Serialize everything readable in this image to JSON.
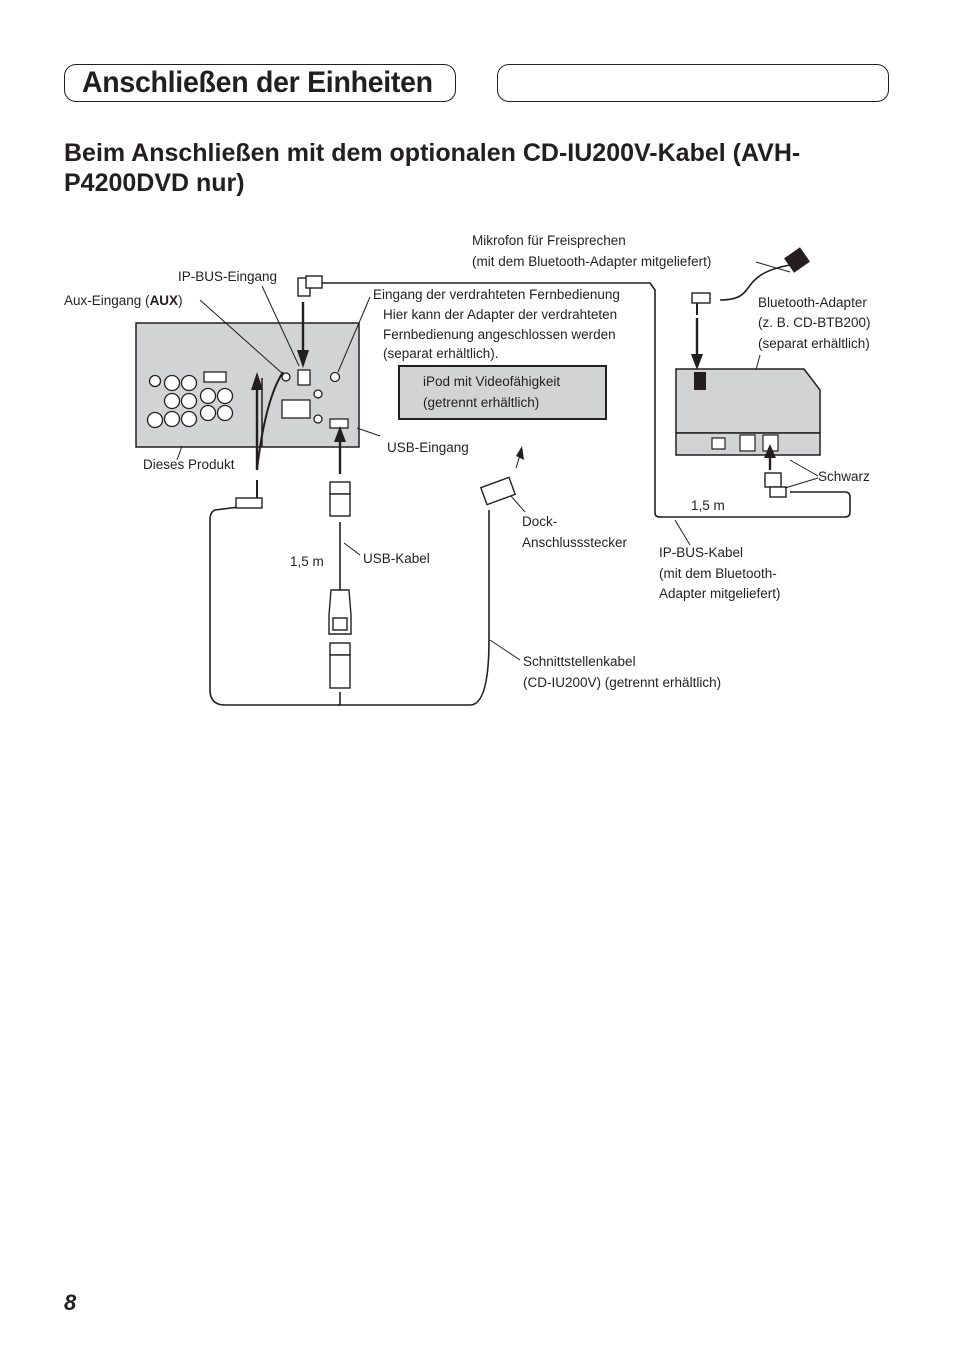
{
  "header": {
    "section_title": "Anschließen der Einheiten"
  },
  "heading": "Beim Anschließen mit dem optionalen CD-IU200V-Kabel (AVH-P4200DVD nur)",
  "diagram": {
    "labels": {
      "mikrofon_1": "Mikrofon für Freisprechen",
      "mikrofon_2": "(mit dem Bluetooth-Adapter mitgeliefert)",
      "ipbus_eingang": "IP-BUS-Eingang",
      "aux_prefix": "Aux-Eingang (",
      "aux_bold": "AUX",
      "aux_suffix": ")",
      "fernbedienung_1": "Eingang der verdrahteten Fernbedienung",
      "fernbedienung_2": "Hier kann der Adapter der verdrahteten",
      "fernbedienung_3": "Fernbedienung angeschlossen werden",
      "fernbedienung_4": "(separat erhältlich).",
      "bluetooth_1": "Bluetooth-Adapter",
      "bluetooth_2": "(z. B. CD-BTB200)",
      "bluetooth_3": "(separat erhältlich)",
      "ipod_1": "iPod mit Videofähigkeit",
      "ipod_2": "(getrennt erhältlich)",
      "usb_eingang": "USB-Eingang",
      "dieses_produkt": "Dieses Produkt",
      "schwarz": "Schwarz",
      "length_ipbus": "1,5 m",
      "dock_1": "Dock-",
      "dock_2": "Anschlussstecker",
      "ipbus_kabel_1": "IP-BUS-Kabel",
      "ipbus_kabel_2": "(mit dem Bluetooth-",
      "ipbus_kabel_3": "Adapter mitgeliefert)",
      "length_usb": "1,5 m",
      "usb_kabel": "USB-Kabel",
      "schnittstelle_1": "Schnittstellenkabel",
      "schnittstelle_2": "(CD-IU200V) (getrennt erhältlich)"
    }
  },
  "footer": {
    "page_number": "8"
  }
}
